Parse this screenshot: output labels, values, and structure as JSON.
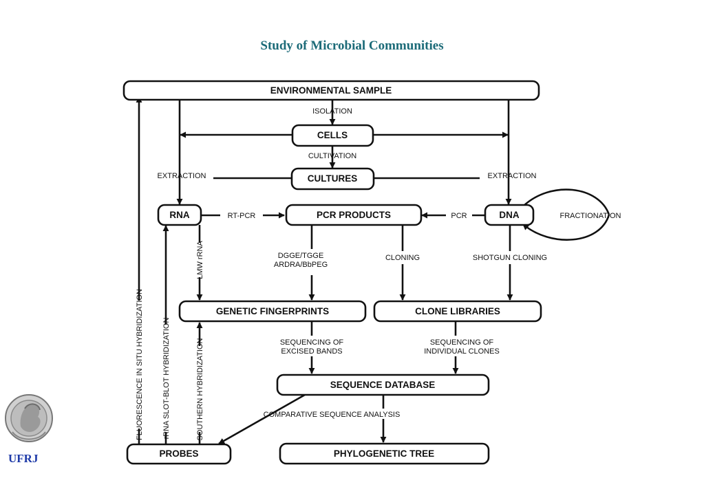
{
  "title": "Study of  Microbial Communities",
  "boxes": {
    "environmental_sample": "ENVIRONMENTAL SAMPLE",
    "cells": "CELLS",
    "cultures": "CULTURES",
    "rna": "RNA",
    "pcr_products": "PCR PRODUCTS",
    "dna": "DNA",
    "genetic_fingerprints": "GENETIC FINGERPRINTS",
    "clone_libraries": "CLONE LIBRARIES",
    "sequence_database": "SEQUENCE DATABASE",
    "probes": "PROBES",
    "phylogenetic_tree": "PHYLOGENETIC TREE"
  },
  "labels": {
    "isolation": "ISOLATION",
    "cultivation": "CULTIVATION",
    "extraction_left": "EXTRACTION",
    "extraction_right": "EXTRACTION",
    "rt_pcr": "RT-PCR",
    "pcr": "PCR",
    "fractionation": "FRACTIONATION",
    "dgge_line1": "DGGE/TGGE",
    "dgge_line2": "ARDRA/BbPEG",
    "cloning": "CLONING",
    "shotgun_cloning": "SHOTGUN CLONING",
    "lmw_rna": "LMW rRNA",
    "fish": "FLUORESCENCE IN SITU HYBRIDIZATION",
    "rrna_slot_blot": "rRNA SLOT-BLOT HYBRIDIZATION",
    "southern": "SOUTHERN HYBRIDIZATION",
    "seq_excised_1": "SEQUENCING OF",
    "seq_excised_2": "EXCISED BANDS",
    "seq_clones_1": "SEQUENCING OF",
    "seq_clones_2": "INDIVIDUAL CLONES",
    "comparative": "COMPARATIVE SEQUENCE ANALYSIS"
  },
  "logo": {
    "text": "UFRJ",
    "icon": "university-seal-icon"
  }
}
